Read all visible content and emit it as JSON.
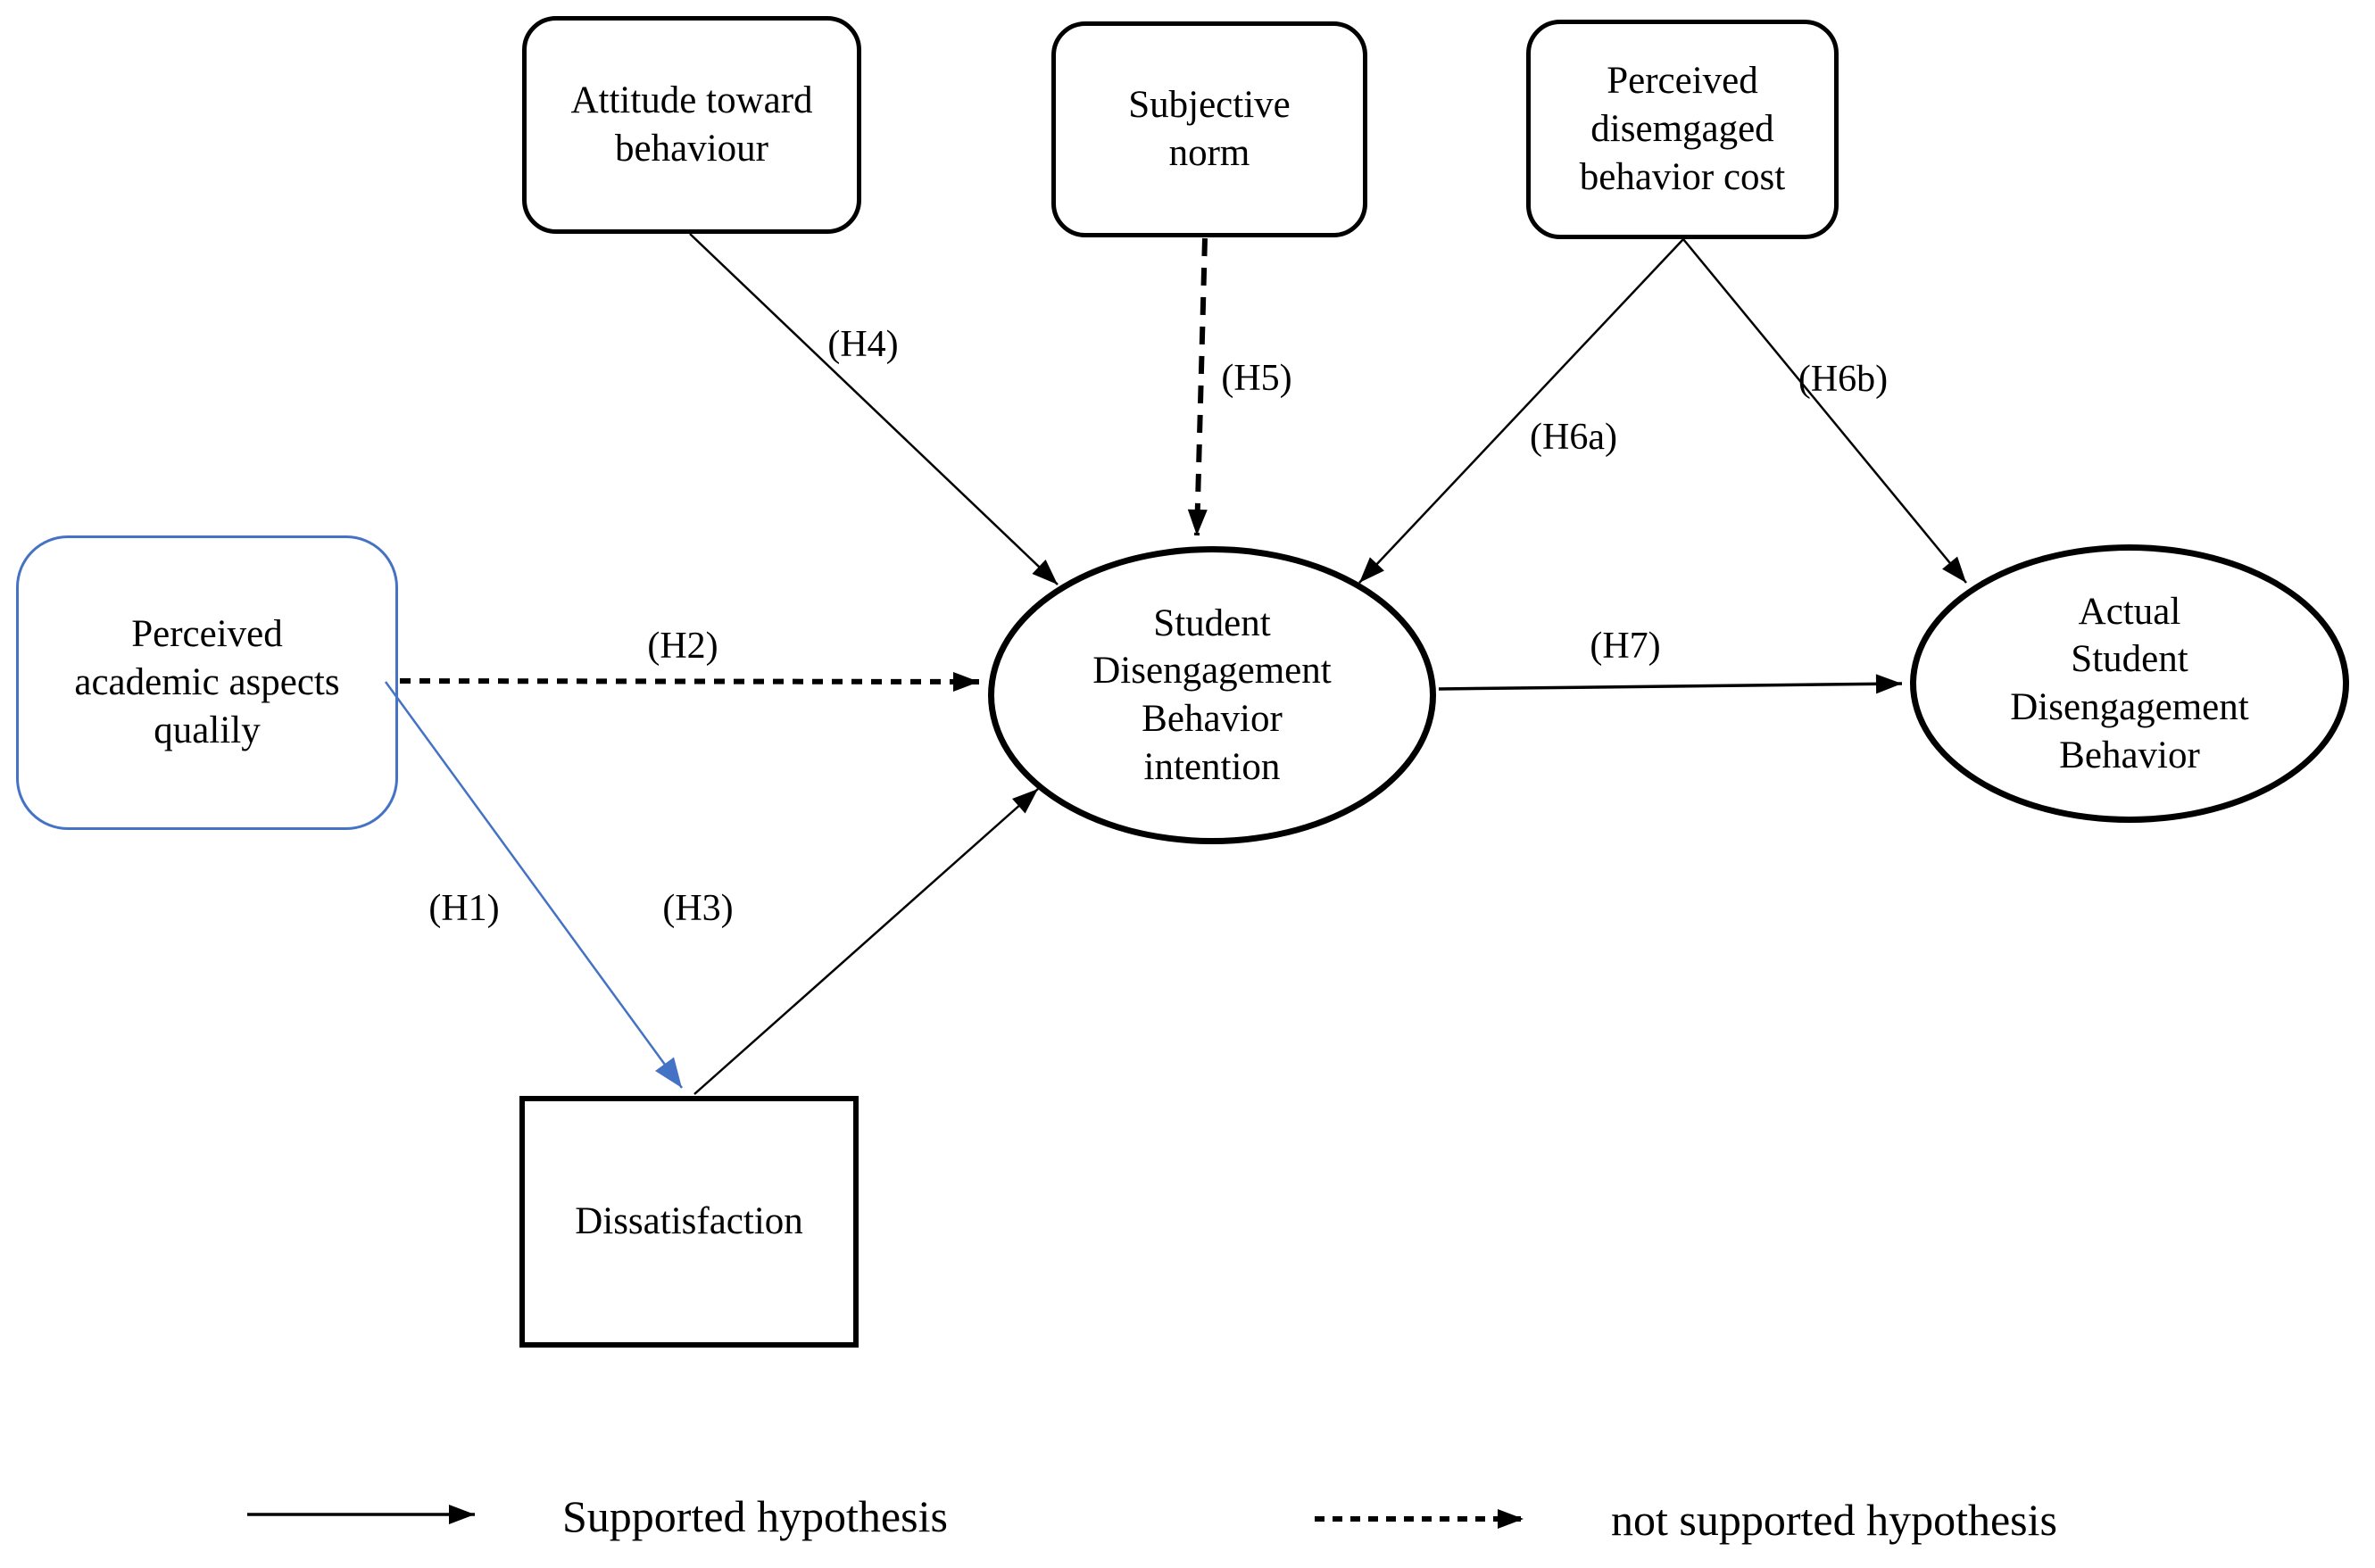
{
  "colors": {
    "accent_blue": "#4472C4",
    "line_black": "#000000"
  },
  "nodes": {
    "attitude": {
      "label": "Attitude toward\nbehaviour",
      "shape": "rounded-rect"
    },
    "subjective_norm": {
      "label": "Subjective\nnorm",
      "shape": "rounded-rect"
    },
    "perceived_cost": {
      "label": "Perceived\ndisemgaged\nbehavior cost",
      "shape": "rounded-rect"
    },
    "academic_quality": {
      "label": "Perceived\nacademic aspects\nqualily",
      "shape": "rounded-rect-blue"
    },
    "intention": {
      "label": "Student\nDisengagement\nBehavior\nintention",
      "shape": "ellipse"
    },
    "actual": {
      "label": "Actual\nStudent\nDisengagement\nBehavior",
      "shape": "ellipse"
    },
    "dissatisfaction": {
      "label": "Dissatisfaction",
      "shape": "rect"
    }
  },
  "edges": {
    "h1": {
      "label": "(H1)",
      "from": "academic_quality",
      "to": "dissatisfaction",
      "line": "solid",
      "color": "#4472C4"
    },
    "h2": {
      "label": "(H2)",
      "from": "academic_quality",
      "to": "intention",
      "line": "dashed",
      "color": "#000000"
    },
    "h3": {
      "label": "(H3)",
      "from": "dissatisfaction",
      "to": "intention",
      "line": "solid",
      "color": "#000000"
    },
    "h4": {
      "label": "(H4)",
      "from": "attitude",
      "to": "intention",
      "line": "solid",
      "color": "#000000"
    },
    "h5": {
      "label": "(H5)",
      "from": "subjective_norm",
      "to": "intention",
      "line": "dashed",
      "color": "#000000"
    },
    "h6a": {
      "label": "(H6a)",
      "from": "perceived_cost",
      "to": "intention",
      "line": "solid",
      "color": "#000000"
    },
    "h6b": {
      "label": "(H6b)",
      "from": "perceived_cost",
      "to": "actual",
      "line": "solid",
      "color": "#000000"
    },
    "h7": {
      "label": "(H7)",
      "from": "intention",
      "to": "actual",
      "line": "solid",
      "color": "#000000"
    }
  },
  "legend": {
    "supported": "Supported hypothesis",
    "not_supported": "not supported hypothesis"
  }
}
